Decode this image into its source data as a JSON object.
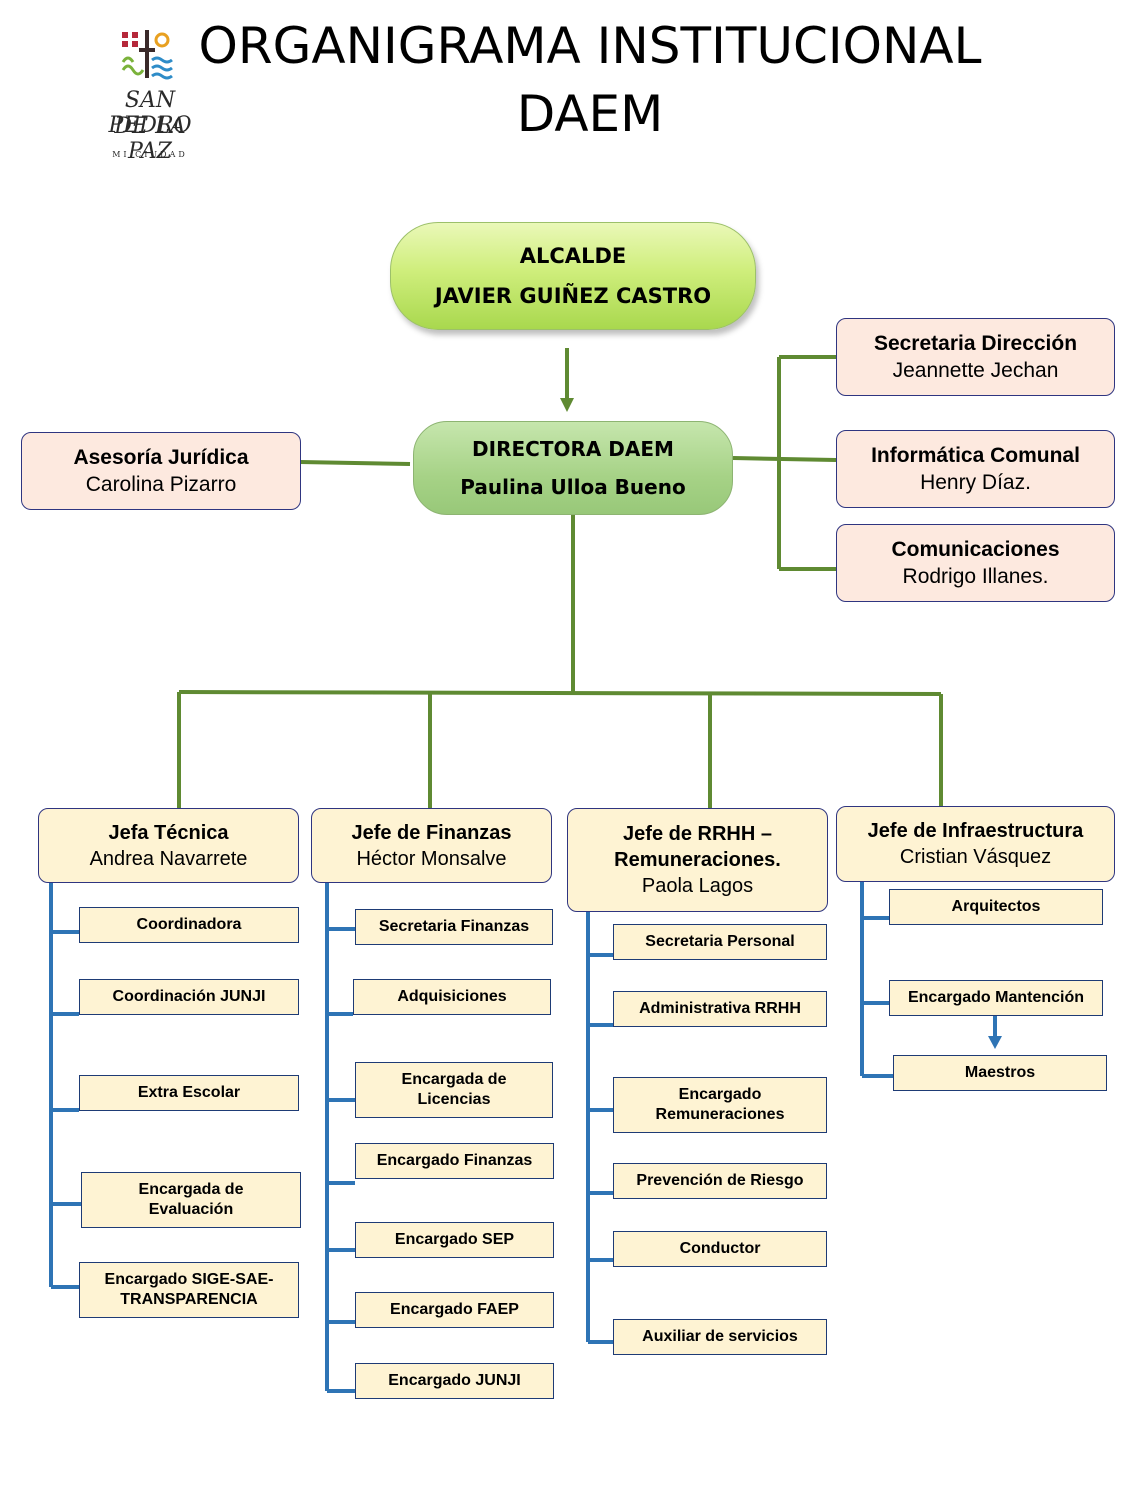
{
  "title": {
    "line1": "ORGANIGRAMA INSTITUCIONAL",
    "line2": "DAEM"
  },
  "logo": {
    "line1": "SAN PEDRO",
    "line2": "DE LA PAZ",
    "tagline": "MI CIUDAD"
  },
  "alcalde": {
    "role": "ALCALDE",
    "name": "JAVIER GUIÑEZ CASTRO"
  },
  "directora": {
    "role": "DIRECTORA DAEM",
    "name": "Paulina Ulloa Bueno"
  },
  "asesoria": {
    "role": "Asesoría Jurídica",
    "name": "Carolina Pizarro"
  },
  "staff": [
    {
      "role": "Secretaria Dirección",
      "name": "Jeannette Jechan"
    },
    {
      "role": "Informática Comunal",
      "name": "Henry Díaz."
    },
    {
      "role": "Comunicaciones",
      "name": "Rodrigo Illanes."
    }
  ],
  "departments": [
    {
      "role": "Jefa Técnica",
      "name": "Andrea Navarrete",
      "units": [
        "Coordinadora",
        "Coordinación JUNJI",
        "Extra Escolar",
        "Encargada de Evaluación",
        "Encargado SIGE-SAE-TRANSPARENCIA"
      ]
    },
    {
      "role": "Jefe de Finanzas",
      "name": "Héctor Monsalve",
      "units": [
        "Secretaria Finanzas",
        "Adquisiciones",
        "Encargada de Licencias",
        "Encargado Finanzas",
        "Encargado SEP",
        "Encargado FAEP",
        "Encargado JUNJI"
      ]
    },
    {
      "role": "Jefe de RRHH – Remuneraciones.",
      "name": "Paola Lagos",
      "units": [
        "Secretaria Personal",
        "Administrativa RRHH",
        "Encargado Remuneraciones",
        "Prevención de Riesgo",
        "Conductor",
        "Auxiliar de servicios"
      ]
    },
    {
      "role": "Jefe de Infraestructura",
      "name": "Cristian Vásquez",
      "units": [
        "Arquitectos",
        "Encargado Mantención",
        "Maestros"
      ]
    }
  ],
  "colors": {
    "green_line": "#5f8a32",
    "blue_line": "#2e74b5",
    "box_border": "#2f3580"
  }
}
